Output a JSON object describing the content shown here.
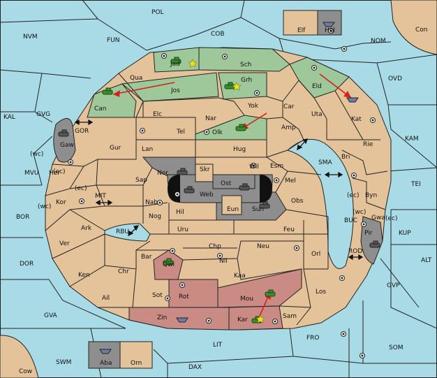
{
  "board": {
    "colors": {
      "sea": "#a9dbe6",
      "neutral": "#e5c39a",
      "green_power": "#9ec89a",
      "red_power": "#c98b84",
      "grey_power": "#8e8e8e",
      "order_arrow": "#d4211b"
    },
    "sea_labels": [
      "POL",
      "COB",
      "NVM",
      "FUN",
      "NOM",
      "Con",
      "OVD",
      "KAL",
      "GVG",
      "GOR",
      "KAM",
      "MVU",
      "MIT",
      "SMA",
      "TEI",
      "BOR",
      "RBU",
      "BUC",
      "KUP",
      "DOR",
      "ROD",
      "ALT",
      "GVP",
      "GVA",
      "LIT",
      "FRO",
      "SOM",
      "SWM",
      "DAX",
      "Cow"
    ],
    "land_labels": [
      "Elf",
      "Hel",
      "Jad",
      "Sch",
      "Qua",
      "Jos",
      "Grh",
      "Can",
      "Eld",
      "Elc",
      "Nar",
      "Yok",
      "Car",
      "Uta",
      "Tel",
      "Olk",
      "Amp",
      "Kat",
      "Gaw",
      "Gur",
      "Lan",
      "Hug",
      "Rie",
      "Wil",
      "Esm",
      "Bri",
      "Nor",
      "Skr",
      "Ost",
      "Sap",
      "Web",
      "Mel",
      "Her",
      "(wc)",
      "(ec)",
      "(ec)",
      "Kor",
      "(wc)",
      "Nab",
      "Eun",
      "Byn",
      "(ec)",
      "Hil",
      "Sun",
      "Obs",
      "(wc)",
      "Gwa",
      "(ec)",
      "Nog",
      "Ark",
      "Uru",
      "Feu",
      "Pir",
      "Ver",
      "Chp",
      "Neu",
      "Orl",
      "Bar",
      "Nil",
      "Qwi",
      "Ken",
      "Chr",
      "Kaa",
      "Los",
      "Rot",
      "Mou",
      "Ail",
      "Sot",
      "Zin",
      "Kar",
      "Sam",
      "Aba",
      "Orn"
    ]
  }
}
